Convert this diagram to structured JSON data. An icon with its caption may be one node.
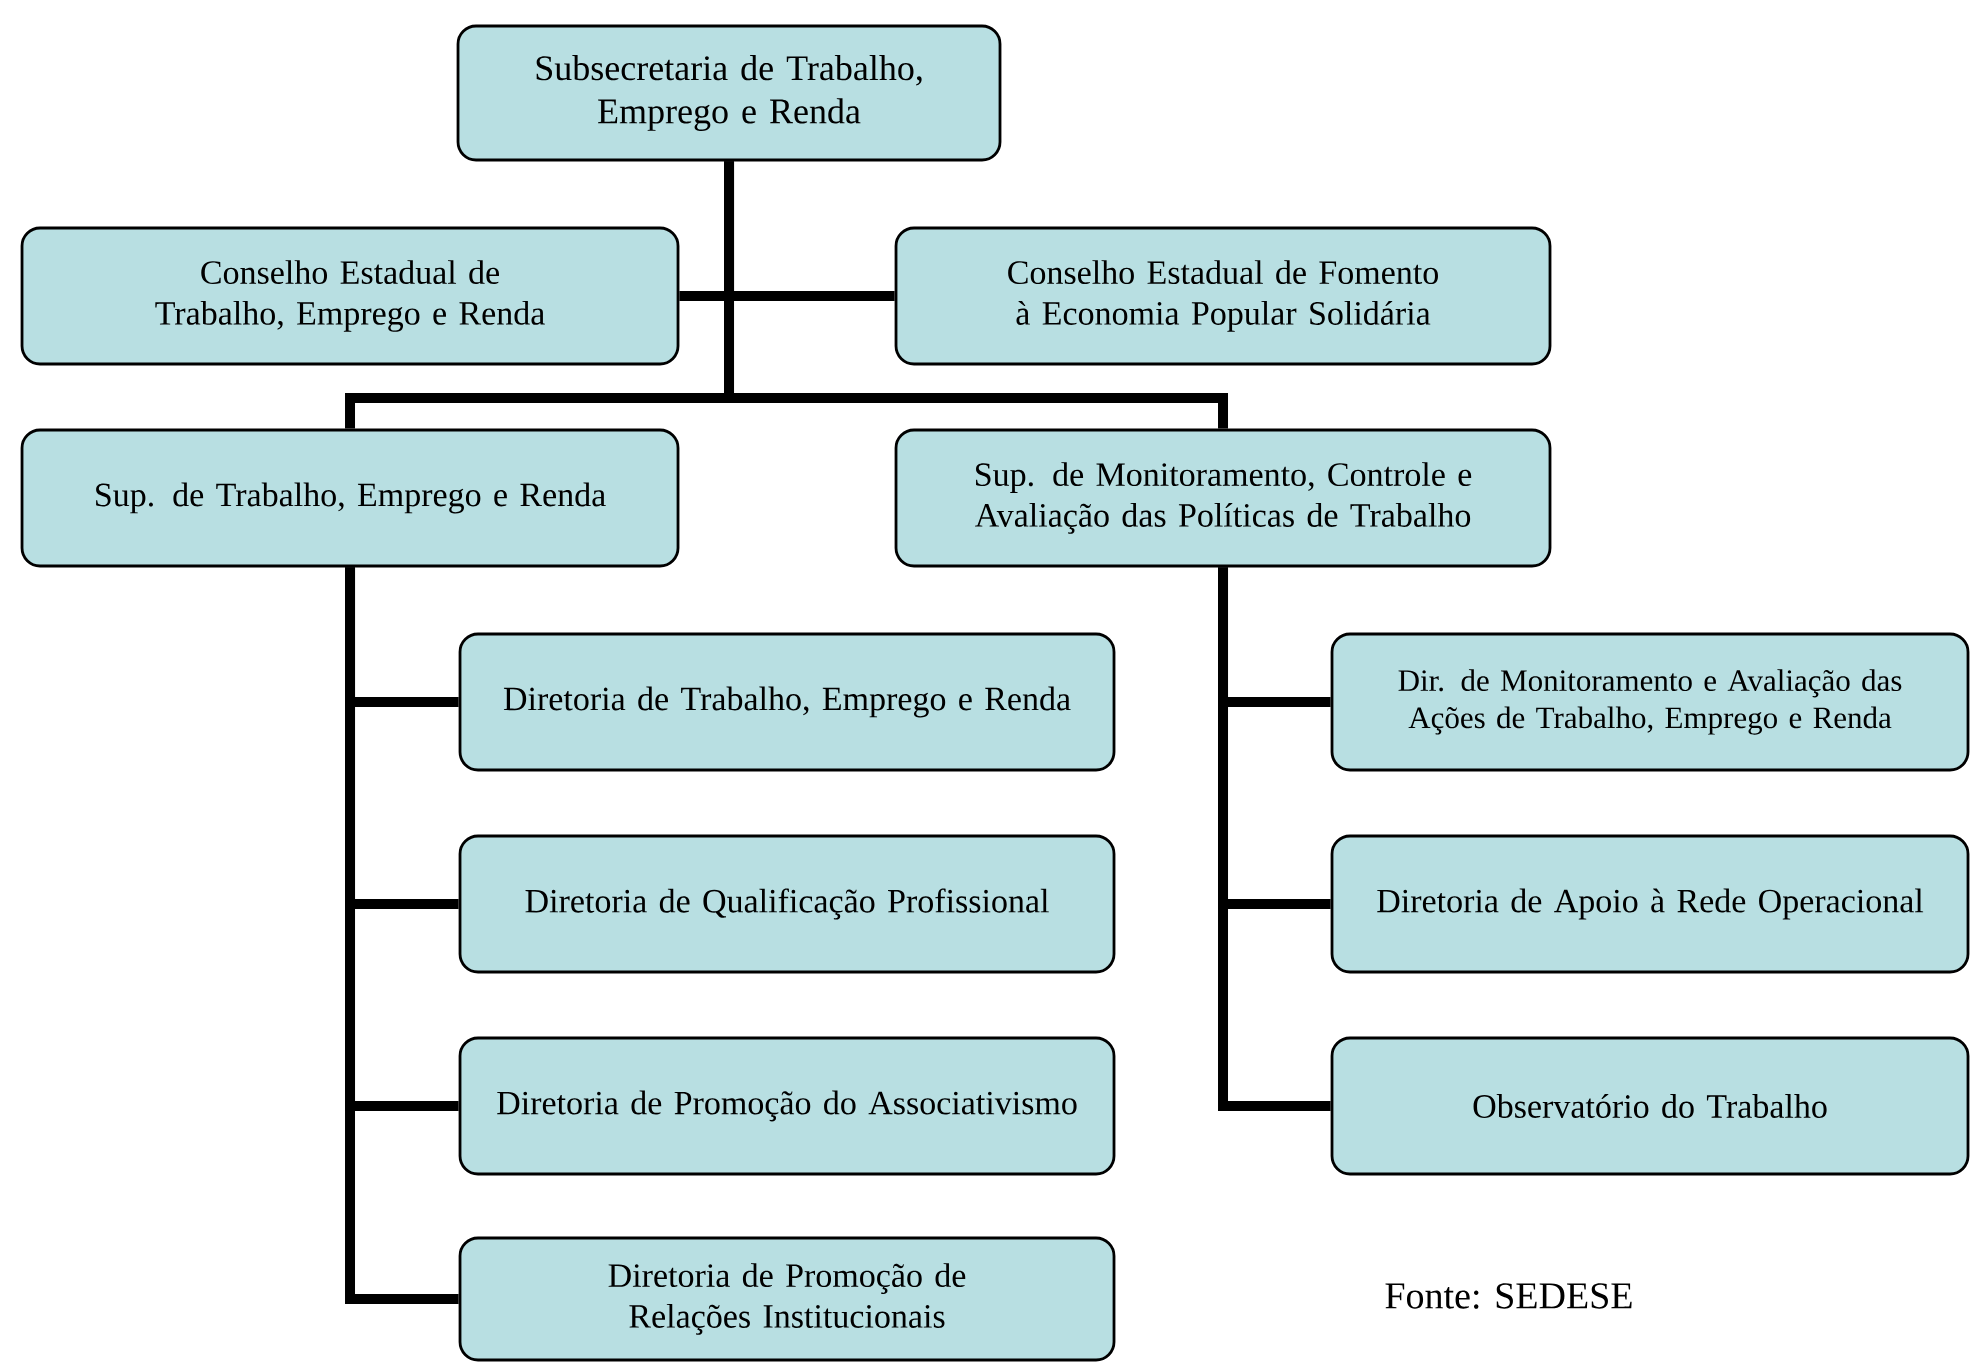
{
  "diagram": {
    "nodes": [
      {
        "text": [
          "Subsecretaria de Trabalho, Emprego e Renda"
        ]
      },
      {
        "text": [
          "Conselho Estadual de Trabalho, Emprego e Renda"
        ]
      },
      {
        "text": [
          "Conselho Estadual de Fomento à Economia Popular Solidária"
        ]
      },
      {
        "text": [
          "Sup. de Trabalho, Emprego e Renda"
        ]
      },
      {
        "text": [
          "Sup. de Monitoramento, Controle e Avaliação das Políticas de Trabalho"
        ]
      },
      {
        "text": [
          "Diretoria de Trabalho, Emprego e Renda"
        ]
      },
      {
        "text": [
          "Diretoria de Qualificação Profissional"
        ]
      },
      {
        "text": [
          "Diretoria de Promoção do Associativismo"
        ]
      },
      {
        "text": [
          "Diretoria de Promoção de Relações Institucionais"
        ]
      },
      {
        "text": [
          "Dir. de Monitoramento e Avaliação das Ações de Trabalho, Emprego e Renda"
        ]
      },
      {
        "text": [
          "Diretoria de Apoio à Rede Operacional"
        ]
      },
      {
        "text": [
          "Observatório do Trabalho"
        ]
      }
    ],
    "edges": [
      {
        "from": 0,
        "to": 1,
        "arrow": "none"
      },
      {
        "from": 0,
        "to": 2,
        "arrow": "none"
      },
      {
        "from": 0,
        "to": 3,
        "arrow": "none"
      },
      {
        "from": 0,
        "to": 4,
        "arrow": "none"
      },
      {
        "from": 3,
        "to": 5,
        "arrow": "none"
      },
      {
        "from": 3,
        "to": 6,
        "arrow": "none"
      },
      {
        "from": 3,
        "to": 7,
        "arrow": "none"
      },
      {
        "from": 3,
        "to": 8,
        "arrow": "none"
      },
      {
        "from": 4,
        "to": 9,
        "arrow": "none"
      },
      {
        "from": 4,
        "to": 10,
        "arrow": "none"
      },
      {
        "from": 4,
        "to": 11,
        "arrow": "none"
      }
    ],
    "labels": [
      "Fonte: SEDESE"
    ]
  }
}
